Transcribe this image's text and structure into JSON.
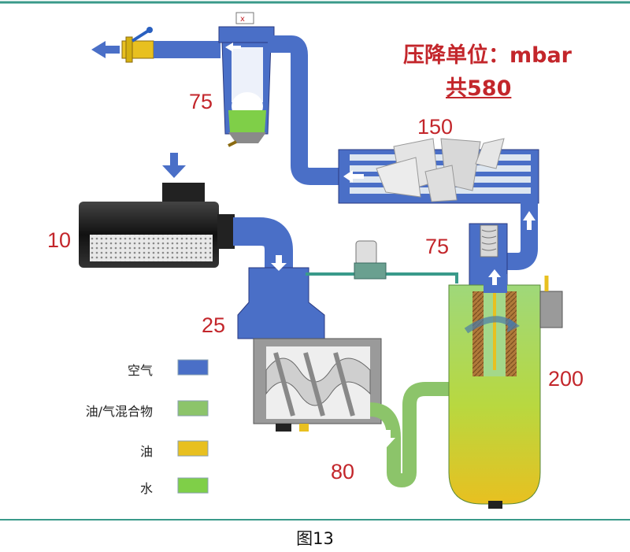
{
  "title": {
    "line1": "压降单位：mbar",
    "line2": "共580"
  },
  "pressure_drops": {
    "oil_filter_outlet": "75",
    "cooler": "150",
    "air_filter": "10",
    "min_pressure_valve": "75",
    "intake_valve": "25",
    "separator": "200",
    "oil_return": "80"
  },
  "legend": [
    {
      "label": "空气",
      "color": "#4a6fc7"
    },
    {
      "label": "油/气混合物",
      "color": "#8cc46a"
    },
    {
      "label": "油",
      "color": "#e8c020"
    },
    {
      "label": "水",
      "color": "#7fcf48"
    }
  ],
  "caption": "图13",
  "colors": {
    "air": "#4a6fc7",
    "mix": "#8cc46a",
    "oil": "#e8c020",
    "water": "#7fcf48",
    "label_red": "#c3262b",
    "rule": "#3a9a8a"
  }
}
